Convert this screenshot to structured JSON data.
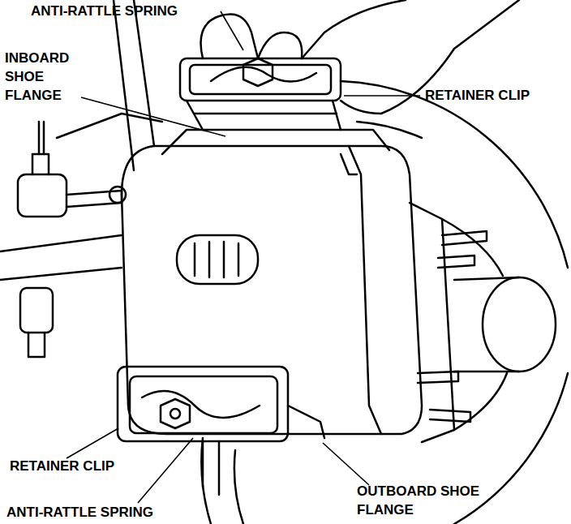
{
  "diagram": {
    "labels": [
      "ANTI-RATTLE SPRING",
      "INBOARD SHOE FLANGE",
      "RETAINER CLIP",
      "RETAINER CLIP",
      "ANTI-RATTLE SPRING",
      "OUTBOARD SHOE FLANGE"
    ]
  }
}
